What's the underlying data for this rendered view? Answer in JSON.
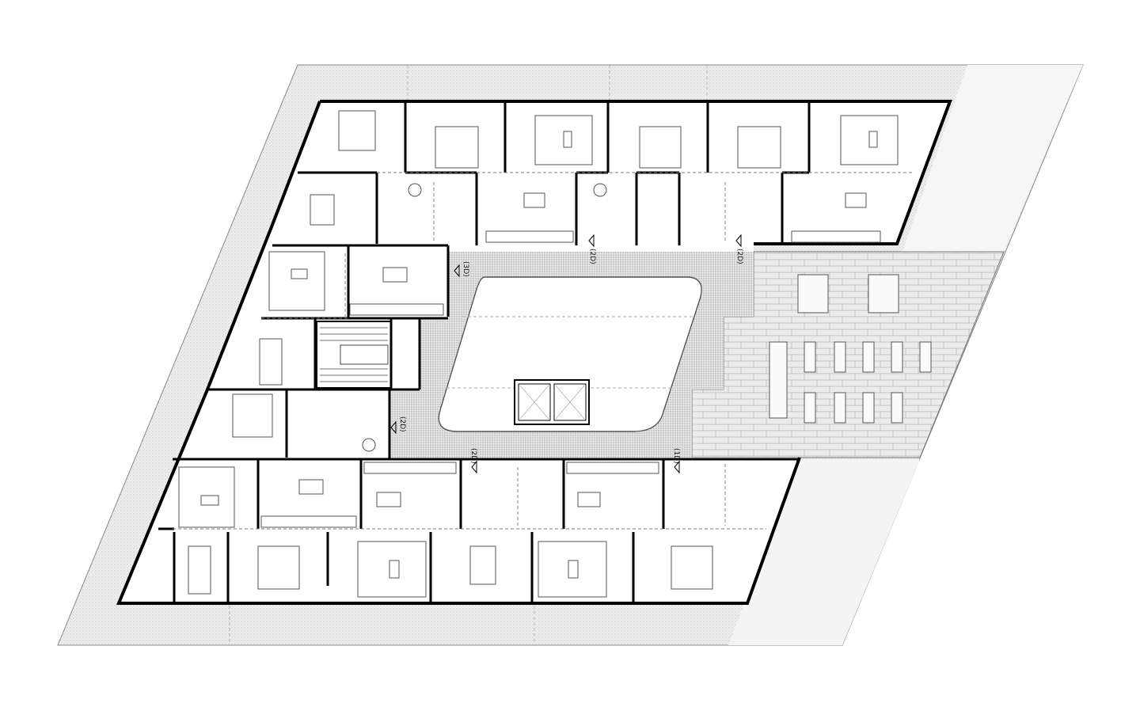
{
  "plan": {
    "unit_tags": [
      {
        "text": "(2D)",
        "id": "tag-2d-north-a"
      },
      {
        "text": "(2D)",
        "id": "tag-2d-north-b"
      },
      {
        "text": "(3D)",
        "id": "tag-3d-west"
      },
      {
        "text": "(2D)",
        "id": "tag-2d-west"
      },
      {
        "text": "(2D)",
        "id": "tag-2d-south"
      },
      {
        "text": "(1D)",
        "id": "tag-1d-south"
      }
    ],
    "colors": {
      "wall": "#000000",
      "fill_ground": "#e9e9e9",
      "fill_room": "#ffffff",
      "paving": "#dcdcdc",
      "courtyard": "#d9d9d9",
      "furniture_stroke": "#555555"
    },
    "icons": [
      "stair-icon",
      "elevator-icon",
      "sofa-icon",
      "table-icon",
      "bed-icon",
      "door-marker-icon"
    ]
  }
}
